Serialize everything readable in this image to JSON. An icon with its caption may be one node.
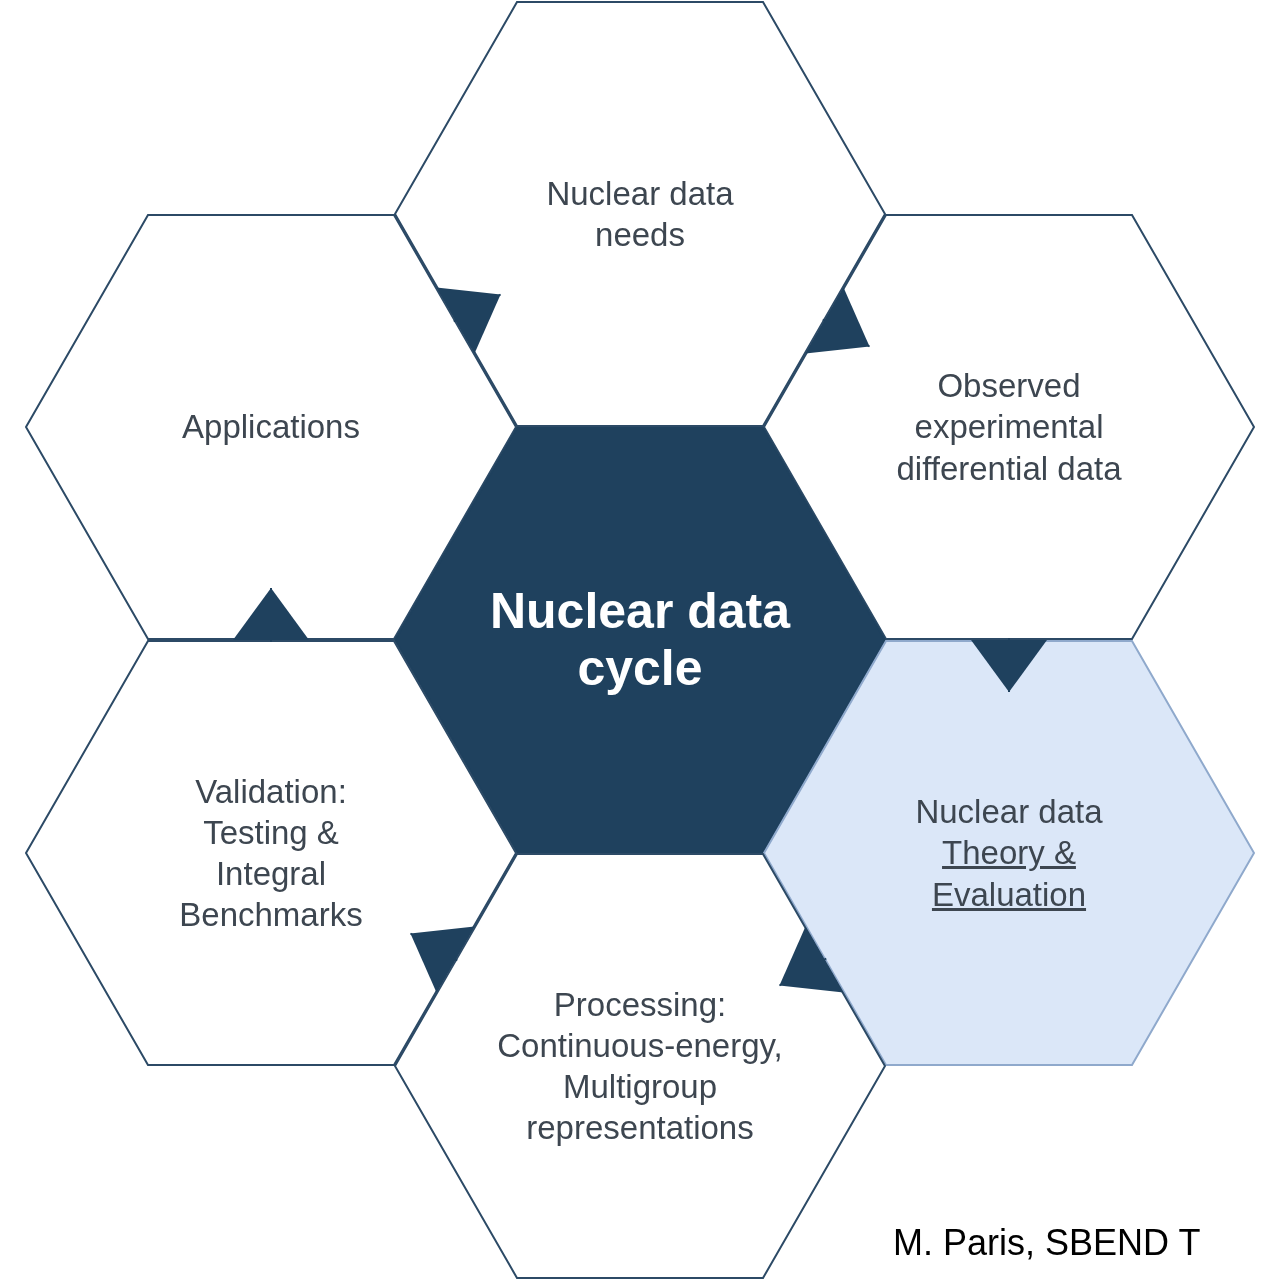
{
  "diagram": {
    "nodes": [
      {
        "text": [
          "Nuclear data needs"
        ]
      },
      {
        "text": [
          "Applications"
        ]
      },
      {
        "text": [
          "Observed experimental differential data"
        ]
      },
      {
        "text": [
          "Nuclear data cycle"
        ]
      },
      {
        "text": [
          "Nuclear data",
          "Theory & Evaluation"
        ]
      },
      {
        "text": [
          "Validation: Testing & Integral Benchmarks"
        ]
      },
      {
        "text": [
          "Processing: Continuous-energy, Multigroup representations"
        ]
      }
    ],
    "edges": [
      {
        "from": 0,
        "to": 2,
        "arrow": "to"
      },
      {
        "from": 2,
        "to": 4,
        "arrow": "to"
      },
      {
        "from": 4,
        "to": 6,
        "arrow": "to"
      },
      {
        "from": 6,
        "to": 5,
        "arrow": "to"
      },
      {
        "from": 5,
        "to": 1,
        "arrow": "to"
      },
      {
        "from": 1,
        "to": 0,
        "arrow": "to"
      }
    ],
    "labels": [
      "M. Paris, SBEND T"
    ]
  }
}
